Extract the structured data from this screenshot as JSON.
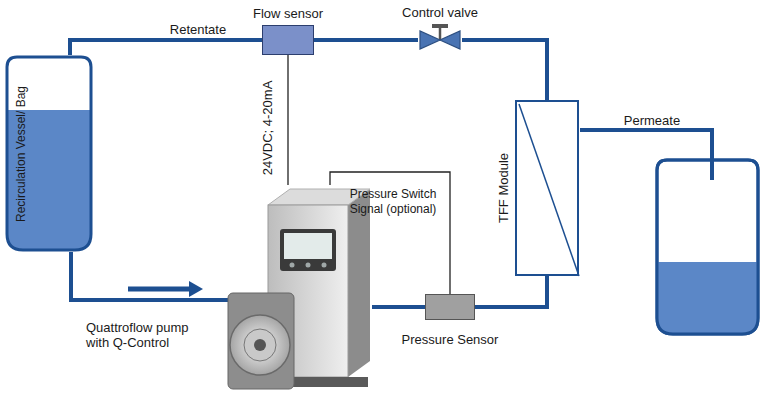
{
  "diagram": {
    "nodes": [
      {
        "text": [
          "Recirculation Vessel/ Bag"
        ]
      },
      {
        "text": [
          "Flow sensor"
        ]
      },
      {
        "text": [
          "Control valve"
        ]
      },
      {
        "text": [
          "TFF Module"
        ]
      },
      {
        "text": [
          "Pressure Sensor"
        ]
      },
      {
        "text": [
          "Quattroflow pump with Q-Control"
        ]
      }
    ],
    "edges": [
      {
        "from": 0,
        "to": 5,
        "arrow": "none"
      },
      {
        "from": 5,
        "to": 4,
        "arrow": "none"
      },
      {
        "from": 4,
        "to": 3,
        "arrow": "none"
      },
      {
        "from": 3,
        "to": 2,
        "arrow": "none"
      },
      {
        "from": 2,
        "to": 1,
        "arrow": "none"
      },
      {
        "from": 1,
        "to": 0,
        "label": "Retentate",
        "arrow": "none"
      },
      {
        "from": 1,
        "to": 5,
        "label": "24VDC; 4-20mA",
        "arrow": "none"
      },
      {
        "from": 4,
        "to": 5,
        "label": "Pressure Switch Signal (optional)",
        "arrow": "none"
      }
    ],
    "labels": [
      "Permeate"
    ]
  }
}
